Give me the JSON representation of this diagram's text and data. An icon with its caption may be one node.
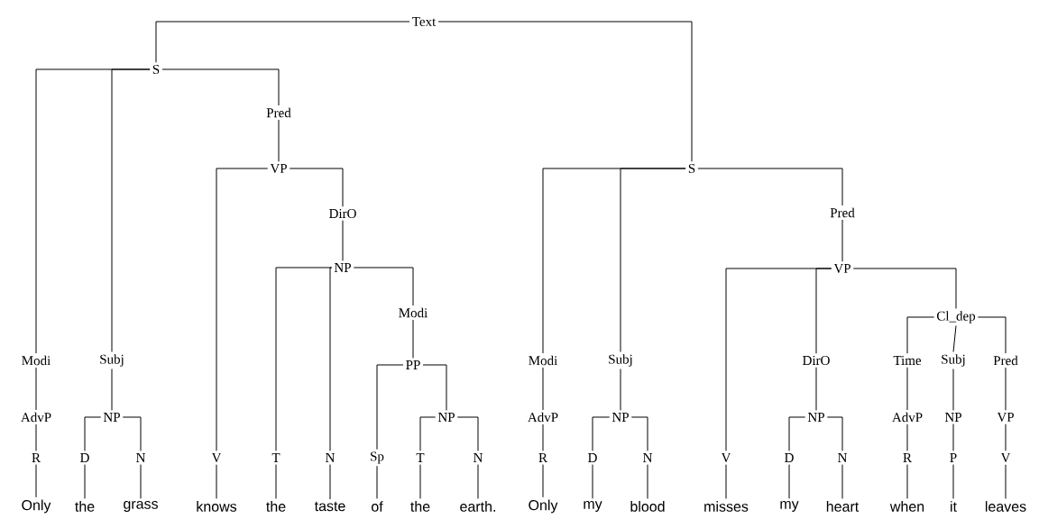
{
  "diagram": {
    "nodes": [
      {
        "text": [
          "Text"
        ]
      },
      {
        "text": [
          "S"
        ]
      },
      {
        "text": [
          "Modi"
        ]
      },
      {
        "text": [
          "AdvP"
        ]
      },
      {
        "text": [
          "R"
        ]
      },
      {
        "text": [
          "Only"
        ]
      },
      {
        "text": [
          "Subj"
        ]
      },
      {
        "text": [
          "NP"
        ]
      },
      {
        "text": [
          "D"
        ]
      },
      {
        "text": [
          "the"
        ]
      },
      {
        "text": [
          "N"
        ]
      },
      {
        "text": [
          "grass"
        ]
      },
      {
        "text": [
          "Pred"
        ]
      },
      {
        "text": [
          "VP"
        ]
      },
      {
        "text": [
          "V"
        ]
      },
      {
        "text": [
          "knows"
        ]
      },
      {
        "text": [
          "DirO"
        ]
      },
      {
        "text": [
          "NP"
        ]
      },
      {
        "text": [
          "T"
        ]
      },
      {
        "text": [
          "the"
        ]
      },
      {
        "text": [
          "N"
        ]
      },
      {
        "text": [
          "taste"
        ]
      },
      {
        "text": [
          "Modi"
        ]
      },
      {
        "text": [
          "PP"
        ]
      },
      {
        "text": [
          "Sp"
        ]
      },
      {
        "text": [
          "of"
        ]
      },
      {
        "text": [
          "NP"
        ]
      },
      {
        "text": [
          "T"
        ]
      },
      {
        "text": [
          "the"
        ]
      },
      {
        "text": [
          "N"
        ]
      },
      {
        "text": [
          "earth."
        ]
      },
      {
        "text": [
          "S"
        ]
      },
      {
        "text": [
          "Modi"
        ]
      },
      {
        "text": [
          "AdvP"
        ]
      },
      {
        "text": [
          "R"
        ]
      },
      {
        "text": [
          "Only"
        ]
      },
      {
        "text": [
          "Subj"
        ]
      },
      {
        "text": [
          "NP"
        ]
      },
      {
        "text": [
          "D"
        ]
      },
      {
        "text": [
          "my"
        ]
      },
      {
        "text": [
          "N"
        ]
      },
      {
        "text": [
          "blood"
        ]
      },
      {
        "text": [
          "Pred"
        ]
      },
      {
        "text": [
          "VP"
        ]
      },
      {
        "text": [
          "V"
        ]
      },
      {
        "text": [
          "misses"
        ]
      },
      {
        "text": [
          "DirO"
        ]
      },
      {
        "text": [
          "NP"
        ]
      },
      {
        "text": [
          "D"
        ]
      },
      {
        "text": [
          "my"
        ]
      },
      {
        "text": [
          "N"
        ]
      },
      {
        "text": [
          "heart"
        ]
      },
      {
        "text": [
          "Cl_dep"
        ]
      },
      {
        "text": [
          "Time"
        ]
      },
      {
        "text": [
          "AdvP"
        ]
      },
      {
        "text": [
          "R"
        ]
      },
      {
        "text": [
          "when"
        ]
      },
      {
        "text": [
          "Subj"
        ]
      },
      {
        "text": [
          "NP"
        ]
      },
      {
        "text": [
          "P"
        ]
      },
      {
        "text": [
          "it"
        ]
      },
      {
        "text": [
          "Pred"
        ]
      },
      {
        "text": [
          "VP"
        ]
      },
      {
        "text": [
          "V"
        ]
      },
      {
        "text": [
          "leaves"
        ]
      }
    ],
    "edges": [
      {
        "from": 0,
        "to": 1,
        "arrow": "none"
      },
      {
        "from": 1,
        "to": 2,
        "arrow": "none"
      },
      {
        "from": 2,
        "to": 3,
        "arrow": "none"
      },
      {
        "from": 3,
        "to": 4,
        "arrow": "none"
      },
      {
        "from": 4,
        "to": 5,
        "arrow": "none"
      },
      {
        "from": 1,
        "to": 6,
        "arrow": "none"
      },
      {
        "from": 6,
        "to": 7,
        "arrow": "none"
      },
      {
        "from": 7,
        "to": 8,
        "arrow": "none"
      },
      {
        "from": 8,
        "to": 9,
        "arrow": "none"
      },
      {
        "from": 7,
        "to": 10,
        "arrow": "none"
      },
      {
        "from": 10,
        "to": 11,
        "arrow": "none"
      },
      {
        "from": 1,
        "to": 12,
        "arrow": "none"
      },
      {
        "from": 12,
        "to": 13,
        "arrow": "none"
      },
      {
        "from": 13,
        "to": 14,
        "arrow": "none"
      },
      {
        "from": 14,
        "to": 15,
        "arrow": "none"
      },
      {
        "from": 13,
        "to": 16,
        "arrow": "none"
      },
      {
        "from": 16,
        "to": 17,
        "arrow": "none"
      },
      {
        "from": 17,
        "to": 18,
        "arrow": "none"
      },
      {
        "from": 18,
        "to": 19,
        "arrow": "none"
      },
      {
        "from": 17,
        "to": 20,
        "arrow": "none"
      },
      {
        "from": 20,
        "to": 21,
        "arrow": "none"
      },
      {
        "from": 17,
        "to": 22,
        "arrow": "none"
      },
      {
        "from": 22,
        "to": 23,
        "arrow": "none"
      },
      {
        "from": 23,
        "to": 24,
        "arrow": "none"
      },
      {
        "from": 24,
        "to": 25,
        "arrow": "none"
      },
      {
        "from": 23,
        "to": 26,
        "arrow": "none"
      },
      {
        "from": 26,
        "to": 27,
        "arrow": "none"
      },
      {
        "from": 27,
        "to": 28,
        "arrow": "none"
      },
      {
        "from": 26,
        "to": 29,
        "arrow": "none"
      },
      {
        "from": 29,
        "to": 30,
        "arrow": "none"
      },
      {
        "from": 0,
        "to": 31,
        "arrow": "none"
      },
      {
        "from": 31,
        "to": 32,
        "arrow": "none"
      },
      {
        "from": 32,
        "to": 33,
        "arrow": "none"
      },
      {
        "from": 33,
        "to": 34,
        "arrow": "none"
      },
      {
        "from": 34,
        "to": 35,
        "arrow": "none"
      },
      {
        "from": 31,
        "to": 36,
        "arrow": "none"
      },
      {
        "from": 36,
        "to": 37,
        "arrow": "none"
      },
      {
        "from": 37,
        "to": 38,
        "arrow": "none"
      },
      {
        "from": 38,
        "to": 39,
        "arrow": "none"
      },
      {
        "from": 37,
        "to": 40,
        "arrow": "none"
      },
      {
        "from": 40,
        "to": 41,
        "arrow": "none"
      },
      {
        "from": 31,
        "to": 42,
        "arrow": "none"
      },
      {
        "from": 42,
        "to": 43,
        "arrow": "none"
      },
      {
        "from": 43,
        "to": 44,
        "arrow": "none"
      },
      {
        "from": 44,
        "to": 45,
        "arrow": "none"
      },
      {
        "from": 43,
        "to": 46,
        "arrow": "none"
      },
      {
        "from": 46,
        "to": 47,
        "arrow": "none"
      },
      {
        "from": 47,
        "to": 48,
        "arrow": "none"
      },
      {
        "from": 48,
        "to": 49,
        "arrow": "none"
      },
      {
        "from": 47,
        "to": 50,
        "arrow": "none"
      },
      {
        "from": 50,
        "to": 51,
        "arrow": "none"
      },
      {
        "from": 43,
        "to": 52,
        "arrow": "none"
      },
      {
        "from": 52,
        "to": 53,
        "arrow": "none"
      },
      {
        "from": 53,
        "to": 54,
        "arrow": "none"
      },
      {
        "from": 54,
        "to": 55,
        "arrow": "none"
      },
      {
        "from": 55,
        "to": 56,
        "arrow": "none"
      },
      {
        "from": 52,
        "to": 57,
        "arrow": "none"
      },
      {
        "from": 57,
        "to": 58,
        "arrow": "none"
      },
      {
        "from": 58,
        "to": 59,
        "arrow": "none"
      },
      {
        "from": 59,
        "to": 60,
        "arrow": "none"
      },
      {
        "from": 52,
        "to": 61,
        "arrow": "none"
      },
      {
        "from": 61,
        "to": 62,
        "arrow": "none"
      },
      {
        "from": 62,
        "to": 63,
        "arrow": "none"
      },
      {
        "from": 63,
        "to": 64,
        "arrow": "none"
      }
    ]
  }
}
